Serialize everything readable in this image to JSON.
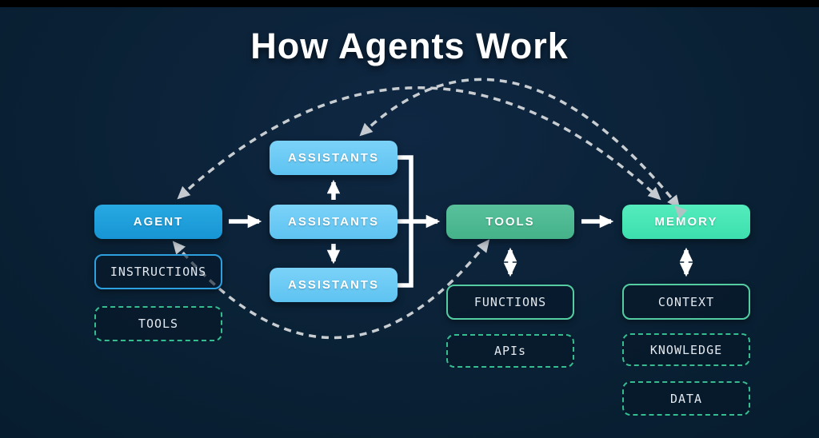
{
  "title": "How Agents Work",
  "diagram": {
    "agent": {
      "label": "AGENT"
    },
    "assistants": [
      {
        "label": "ASSISTANTS"
      },
      {
        "label": "ASSISTANTS"
      },
      {
        "label": "ASSISTANTS"
      }
    ],
    "tools": {
      "label": "TOOLS"
    },
    "memory": {
      "label": "MEMORY"
    },
    "agent_items": [
      {
        "label": "INSTRUCTIONS",
        "style": "solid-blue-outline"
      },
      {
        "label": "TOOLS",
        "style": "dashed-outline"
      }
    ],
    "tools_items": [
      {
        "label": "FUNCTIONS",
        "style": "solid-green-outline"
      },
      {
        "label": "APIs",
        "style": "dashed-outline"
      }
    ],
    "memory_items": [
      {
        "label": "CONTEXT",
        "style": "solid-green-outline"
      },
      {
        "label": "KNOWLEDGE",
        "style": "dashed-outline"
      },
      {
        "label": "DATA",
        "style": "dashed-outline"
      }
    ],
    "connections": [
      {
        "from": "agent",
        "to": "assistants-middle",
        "type": "solid-arrow"
      },
      {
        "from": "assistants-middle",
        "to": "assistants-top",
        "type": "solid-arrow"
      },
      {
        "from": "assistants-middle",
        "to": "assistants-bottom",
        "type": "solid-arrow"
      },
      {
        "from": "assistants-group",
        "to": "tools",
        "type": "solid-arrow-with-bracket"
      },
      {
        "from": "tools",
        "to": "memory",
        "type": "solid-arrow"
      },
      {
        "from": "tools",
        "to": "functions",
        "type": "double-headed-arrow"
      },
      {
        "from": "memory",
        "to": "context",
        "type": "double-headed-arrow"
      },
      {
        "from": "agent",
        "to": "memory",
        "type": "dashed-arc-bidirectional"
      },
      {
        "from": "assistants-top",
        "to": "memory",
        "type": "dashed-arc-bidirectional"
      },
      {
        "from": "agent",
        "to": "tools",
        "type": "dashed-arc-bidirectional"
      }
    ]
  },
  "colors": {
    "background": "#0a2135",
    "top_strip": "#000000",
    "title_text": "#ffffff",
    "agent_fill": "#1d9fdc",
    "assistants_fill": "#6accf5",
    "tools_fill": "#4db893",
    "memory_fill": "#48e7b6",
    "instructions_border": "#2da0e0",
    "outline_green_border": "#55cda2",
    "dashed_green_border": "#36bd8f",
    "solid_arrow": "#ffffff",
    "dashed_arc": "#c8cdd2"
  }
}
